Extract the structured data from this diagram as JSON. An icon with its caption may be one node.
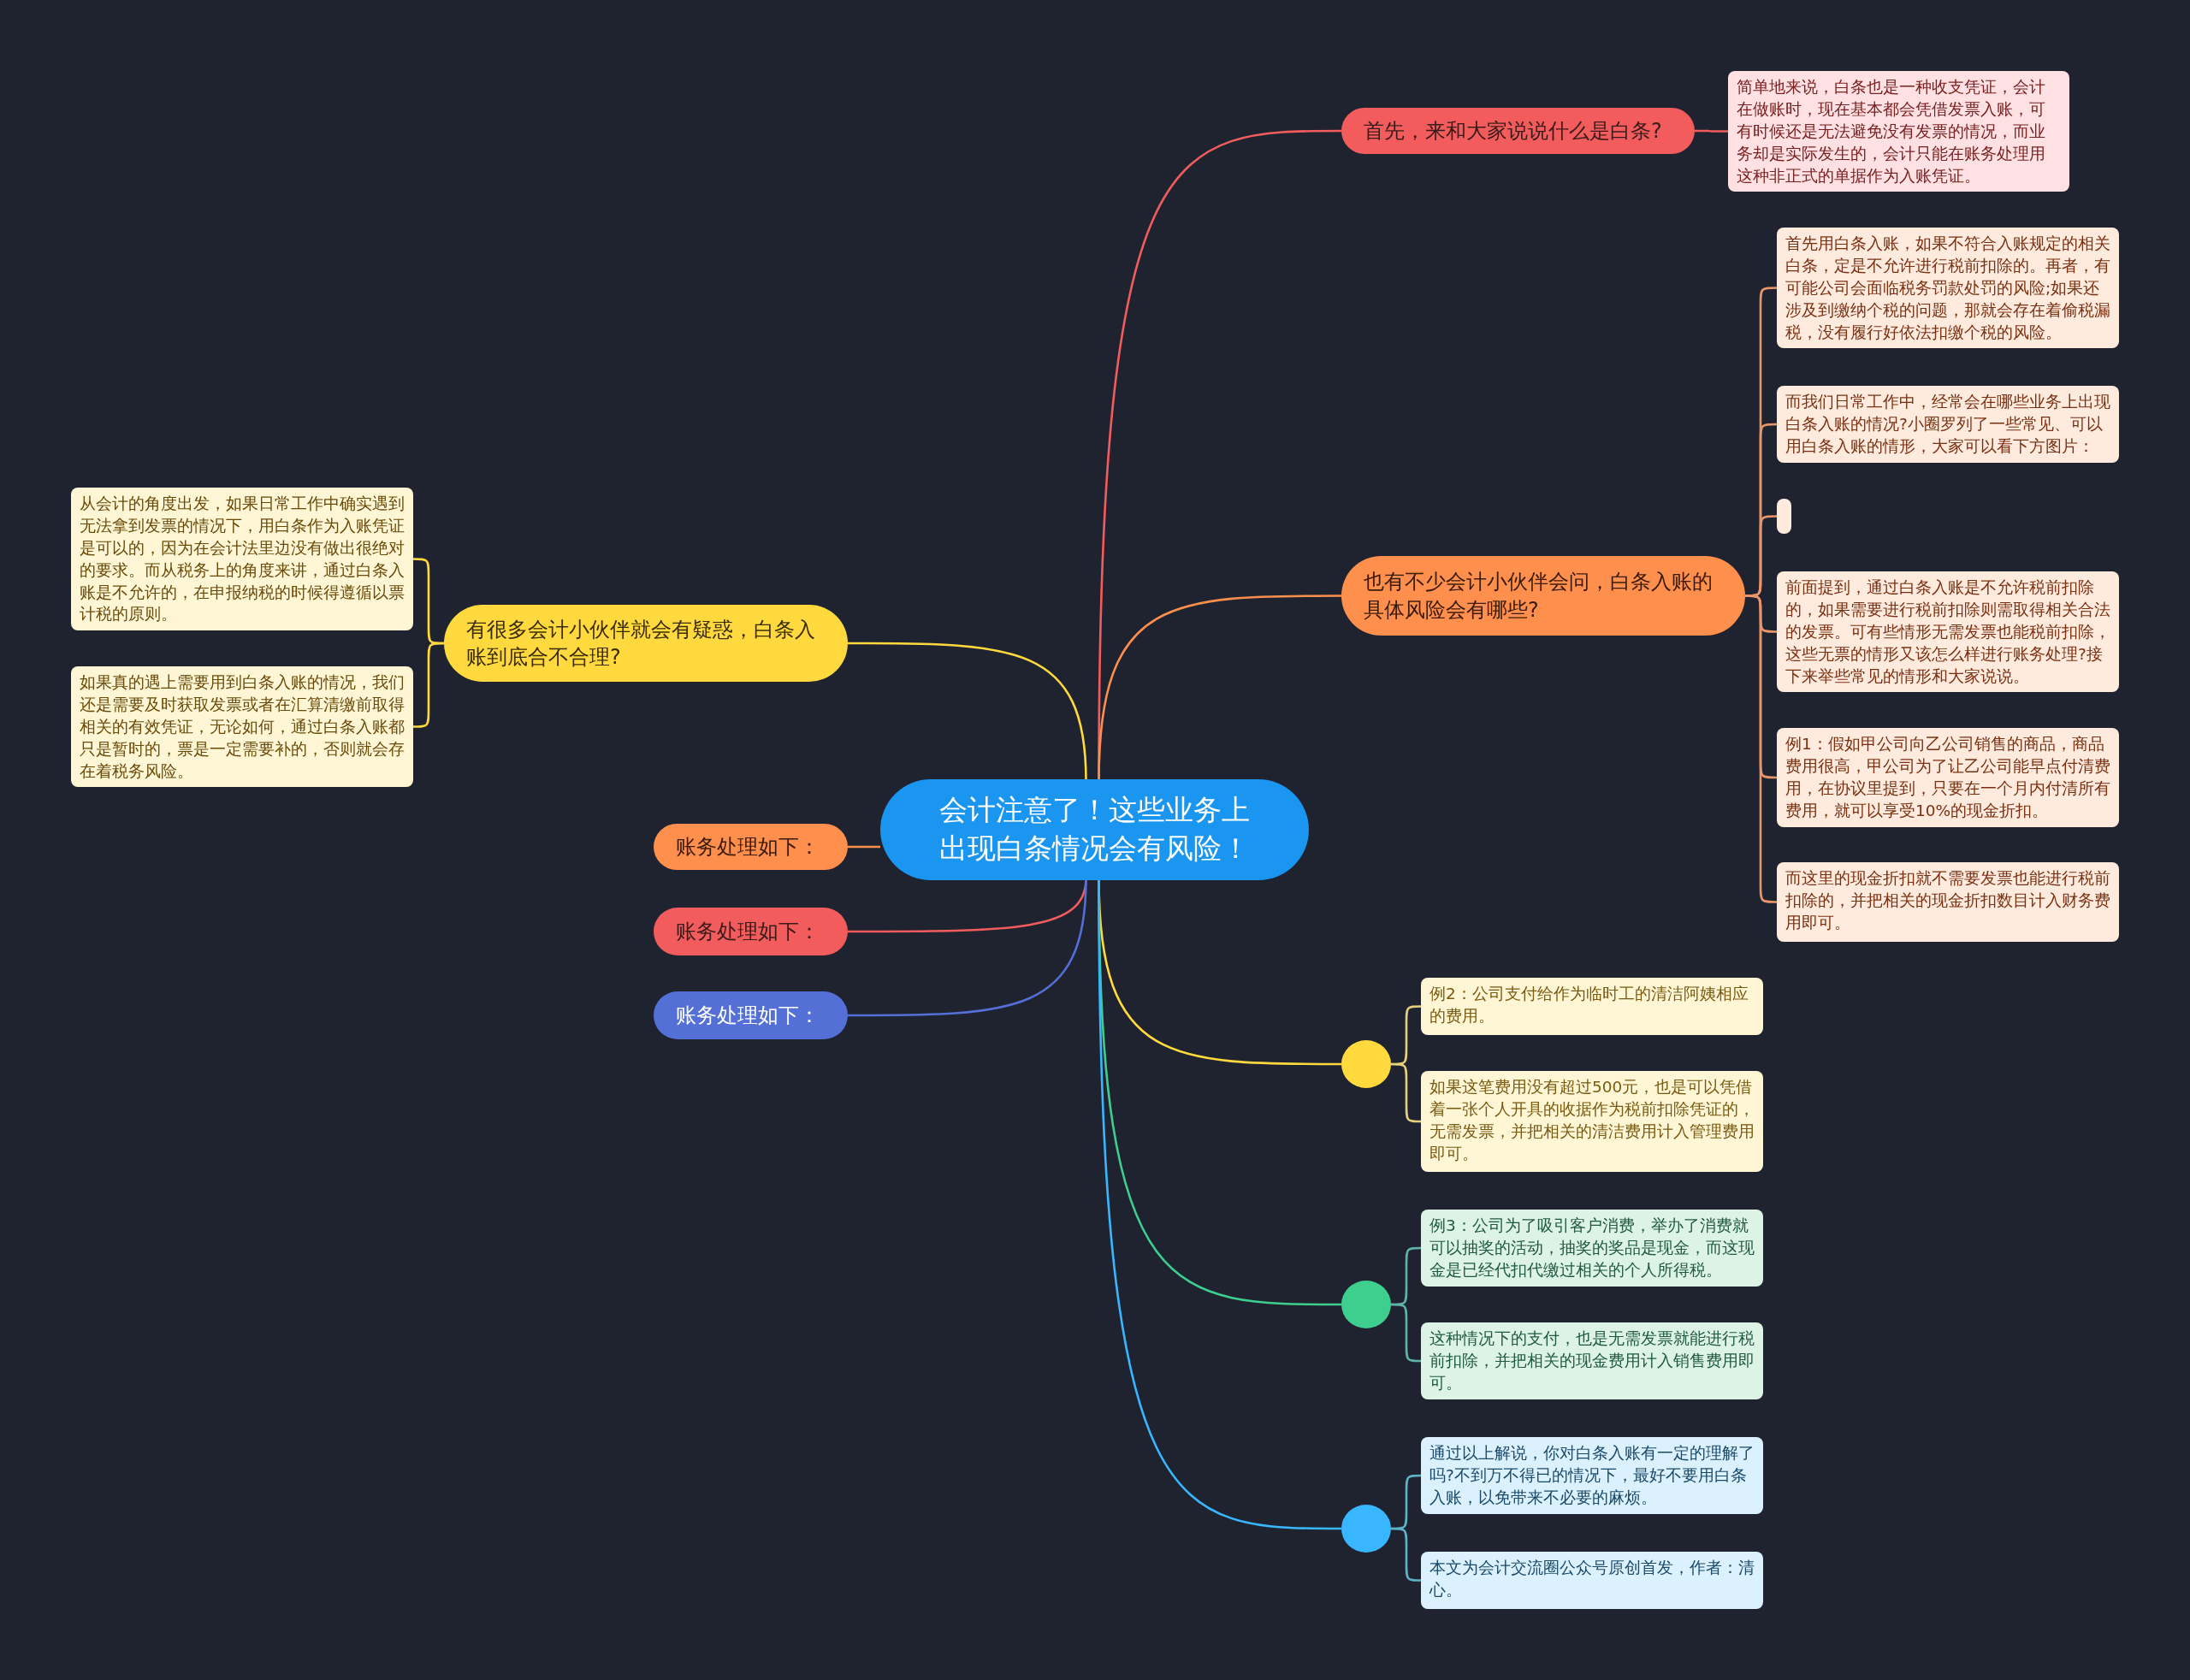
{
  "diagram": {
    "nodes": [
      {
        "text": [
          "会计注意了！这些业务上出现白条情况会有风险！"
        ]
      },
      {
        "text": [
          "首先，来和大家说说什么是白条?"
        ]
      },
      {
        "text": [
          "简单地来说，白条也是一种收支凭证，会计在做账时，现在基本都会凭借发票入账，可有时候还是无法避免没有发票的情况，而业务却是实际发生的，会计只能在账务处理用这种非正式的单据作为入账凭证。"
        ]
      },
      {
        "text": [
          "也有不少会计小伙伴会问，白条入账的具体风险会有哪些?"
        ]
      },
      {
        "text": [
          "首先用白条入账，如果不符合入账规定的相关白条，定是不允许进行税前扣除的。再者，有可能公司会面临税务罚款处罚的风险;如果还涉及到缴纳个税的问题，那就会存在着偷税漏税，没有履行好依法扣缴个税的风险。"
        ]
      },
      {
        "text": [
          "而我们日常工作中，经常会在哪些业务上出现白条入账的情况?小圈罗列了一些常见、可以用白条入账的情形，大家可以看下方图片："
        ]
      },
      {
        "text": [],
        "shape": "box"
      },
      {
        "text": [
          "前面提到，通过白条入账是不允许税前扣除的，如果需要进行税前扣除则需取得相关合法的发票。可有些情形无需发票也能税前扣除，这些无票的情形又该怎么样进行账务处理?接下来举些常见的情形和大家说说。"
        ]
      },
      {
        "text": [
          "例1：假如甲公司向乙公司销售的商品，商品费用很高，甲公司为了让乙公司能早点付清费用，在协议里提到，只要在一个月内付清所有费用，就可以享受10%的现金折扣。"
        ]
      },
      {
        "text": [
          "而这里的现金折扣就不需要发票也能进行税前扣除的，并把相关的现金折扣数目计入财务费用即可。"
        ]
      },
      {
        "text": [],
        "shape": "circle"
      },
      {
        "text": [
          "例2：公司支付给作为临时工的清洁阿姨相应的费用。"
        ]
      },
      {
        "text": [
          "如果这笔费用没有超过500元，也是可以凭借着一张个人开具的收据作为税前扣除凭证的，无需发票，并把相关的清洁费用计入管理费用即可。"
        ]
      },
      {
        "text": [],
        "shape": "circle"
      },
      {
        "text": [
          "例3：公司为了吸引客户消费，举办了消费就可以抽奖的活动，抽奖的奖品是现金，而这现金是已经代扣代缴过相关的个人所得税。"
        ]
      },
      {
        "text": [
          "这种情况下的支付，也是无需发票就能进行税前扣除，并把相关的现金费用计入销售费用即可。"
        ]
      },
      {
        "text": [],
        "shape": "circle"
      },
      {
        "text": [
          "通过以上解说，你对白条入账有一定的理解了吗?不到万不得已的情况下，最好不要用白条入账，以免带来不必要的麻烦。"
        ]
      },
      {
        "text": [
          "本文为会计交流圈公众号原创首发，作者：清心。"
        ]
      },
      {
        "text": [
          "有很多会计小伙伴就会有疑惑，白条入账到底合不合理?"
        ]
      },
      {
        "text": [
          "从会计的角度出发，如果日常工作中确实遇到无法拿到发票的情况下，用白条作为入账凭证是可以的，因为在会计法里边没有做出很绝对的要求。而从税务上的角度来讲，通过白条入账是不允许的，在申报纳税的时候得遵循以票计税的原则。"
        ]
      },
      {
        "text": [
          "如果真的遇上需要用到白条入账的情况，我们还是需要及时获取发票或者在汇算清缴前取得相关的有效凭证，无论如何，通过白条入账都只是暂时的，票是一定需要补的，否则就会存在着税务风险。"
        ]
      },
      {
        "text": [
          "账务处理如下："
        ]
      },
      {
        "text": [
          "账务处理如下："
        ]
      },
      {
        "text": [
          "账务处理如下："
        ]
      }
    ],
    "edges": [
      {
        "from": 0,
        "to": 1,
        "arrow": "none",
        "color": "#f25c5c"
      },
      {
        "from": 1,
        "to": 2,
        "arrow": "none",
        "color": "#f25c5c"
      },
      {
        "from": 0,
        "to": 3,
        "arrow": "none",
        "color": "#ff8f4d"
      },
      {
        "from": 3,
        "to": 4,
        "arrow": "none",
        "color": "#e8956a"
      },
      {
        "from": 3,
        "to": 5,
        "arrow": "none",
        "color": "#e8956a"
      },
      {
        "from": 3,
        "to": 6,
        "arrow": "none",
        "color": "#e8956a"
      },
      {
        "from": 3,
        "to": 7,
        "arrow": "none",
        "color": "#e8956a"
      },
      {
        "from": 3,
        "to": 8,
        "arrow": "none",
        "color": "#e8956a"
      },
      {
        "from": 3,
        "to": 9,
        "arrow": "none",
        "color": "#e8956a"
      },
      {
        "from": 0,
        "to": 10,
        "arrow": "none",
        "color": "#ffd93d"
      },
      {
        "from": 10,
        "to": 11,
        "arrow": "none",
        "color": "#e6cf7a"
      },
      {
        "from": 10,
        "to": 12,
        "arrow": "none",
        "color": "#e6cf7a"
      },
      {
        "from": 0,
        "to": 13,
        "arrow": "none",
        "color": "#3ecf8e"
      },
      {
        "from": 13,
        "to": 14,
        "arrow": "none",
        "color": "#5fb3a8"
      },
      {
        "from": 13,
        "to": 15,
        "arrow": "none",
        "color": "#5fb3a8"
      },
      {
        "from": 0,
        "to": 16,
        "arrow": "none",
        "color": "#38b6ff"
      },
      {
        "from": 16,
        "to": 17,
        "arrow": "none",
        "color": "#5fb3c8"
      },
      {
        "from": 16,
        "to": 18,
        "arrow": "none",
        "color": "#5fb3c8"
      },
      {
        "from": 0,
        "to": 19,
        "arrow": "none",
        "color": "#ffd93d"
      },
      {
        "from": 19,
        "to": 20,
        "arrow": "none",
        "color": "#ffd93d"
      },
      {
        "from": 19,
        "to": 21,
        "arrow": "none",
        "color": "#ffd93d"
      },
      {
        "from": 0,
        "to": 22,
        "arrow": "none",
        "color": "#ff8f4d"
      },
      {
        "from": 0,
        "to": 23,
        "arrow": "none",
        "color": "#f25c5c"
      },
      {
        "from": 0,
        "to": 24,
        "arrow": "none",
        "color": "#5470d6"
      }
    ]
  }
}
